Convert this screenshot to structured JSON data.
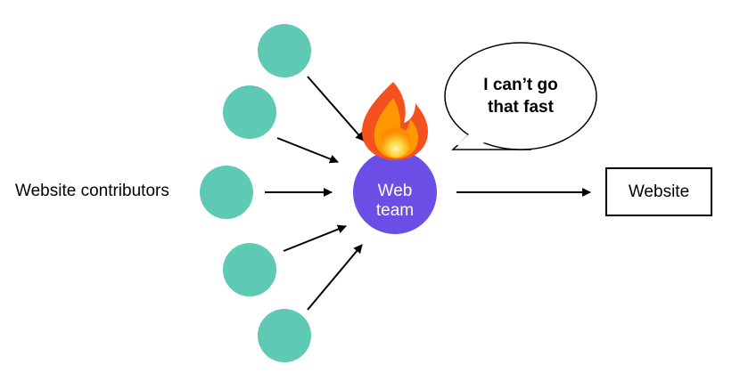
{
  "contributors_label": "Website contributors",
  "contributor_count": 5,
  "hub": {
    "line1": "Web",
    "line2": "team"
  },
  "speech_bubble": {
    "line1": "I can’t go",
    "line2": "that fast"
  },
  "output_label": "Website",
  "icons": {
    "hub_decoration": "fire-icon"
  },
  "colors": {
    "contributor_fill": "#5ecab3",
    "hub_fill": "#6a4ee6",
    "hub_text": "#ffffff",
    "line": "#000000",
    "background": "#ffffff"
  }
}
